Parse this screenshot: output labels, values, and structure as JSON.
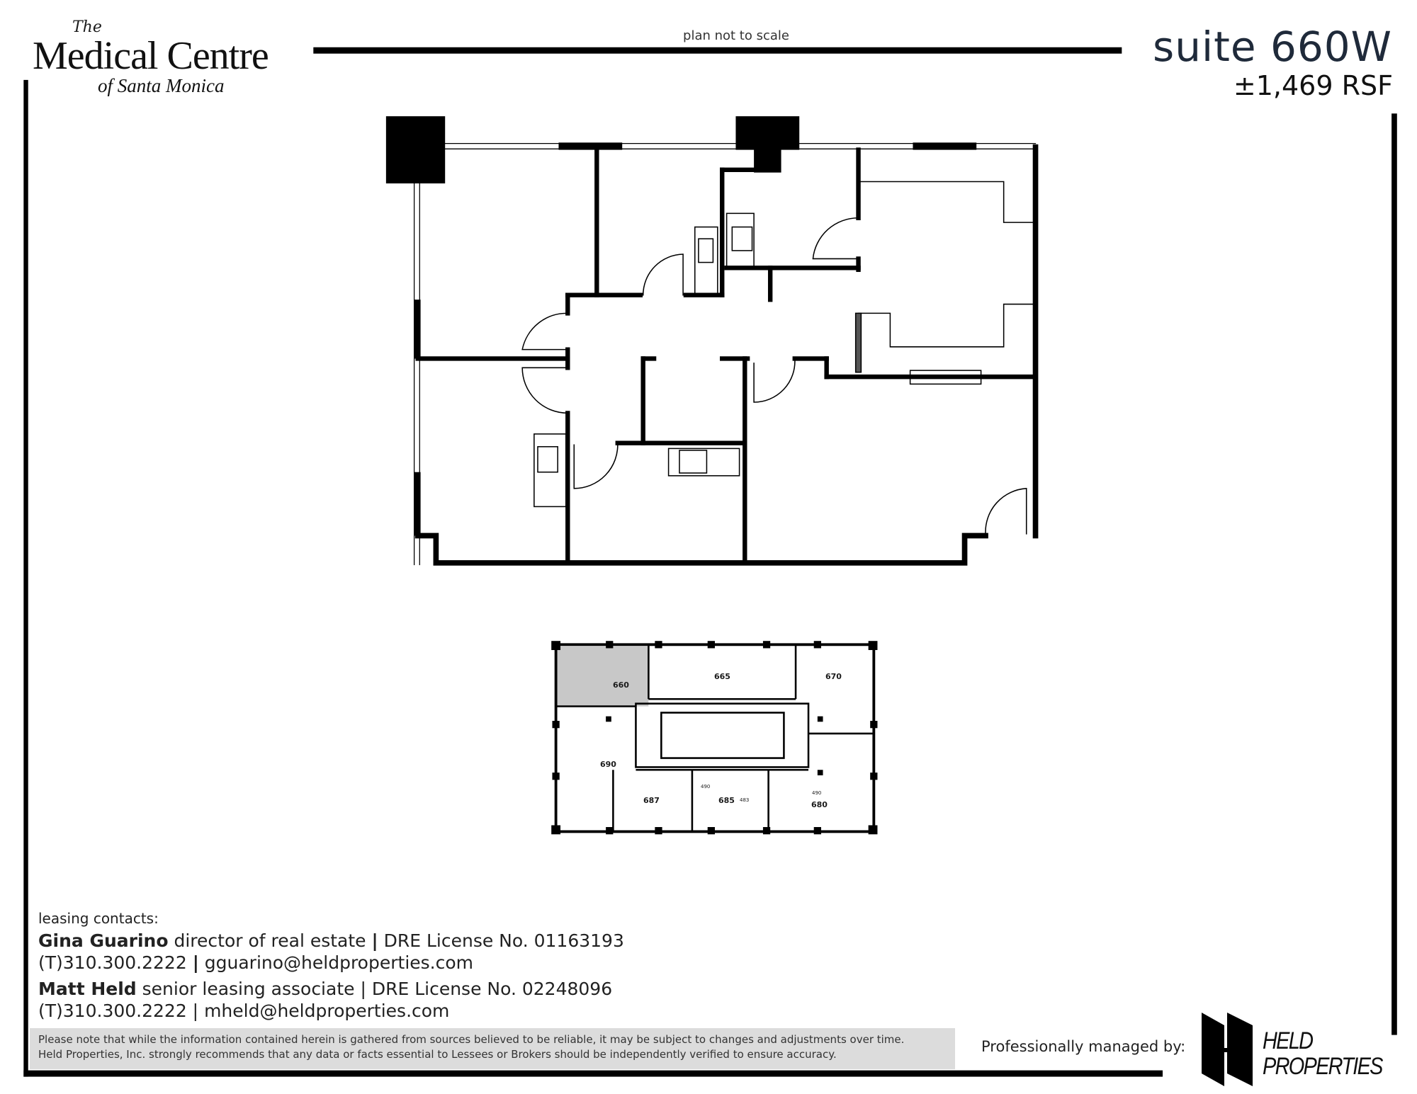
{
  "logo": {
    "line1": "The",
    "line2": "Medical Centre",
    "line3": "of Santa Monica"
  },
  "header": {
    "note": "plan not to scale",
    "suite": "suite 660W",
    "area": "±1,469 RSF"
  },
  "key_plan": {
    "highlight_color": "#c8c8c8",
    "highlighted_suite": "660",
    "suites": [
      "660",
      "665",
      "670",
      "690",
      "687",
      "685",
      "680"
    ],
    "small_labels": [
      "490",
      "483",
      "490"
    ]
  },
  "contacts": {
    "heading": "leasing contacts:",
    "people": [
      {
        "name": "Gina Guarino",
        "title": "director of real estate",
        "license": "DRE License No. 01163193",
        "phone": "(T)310.300.2222",
        "email": "gguarino@heldproperties.com"
      },
      {
        "name": "Matt Held",
        "title": " senior leasing associate",
        "license": "DRE License No. 02248096",
        "phone": "(T)310.300.2222",
        "email": "mheld@heldproperties.com"
      }
    ]
  },
  "footer": {
    "disclaimer_line1": "Please note that while the information contained herein is gathered from sources believed to be reliable, it may be subject to changes and adjustments over time.",
    "disclaimer_line2": "Held Properties, Inc. strongly recommends that any data or facts essential to Lessees or Brokers should be independently verified to ensure accuracy.",
    "managed_by": "Professionally managed by:",
    "company_line1": "HELD",
    "company_line2": "PROPERTIES"
  }
}
